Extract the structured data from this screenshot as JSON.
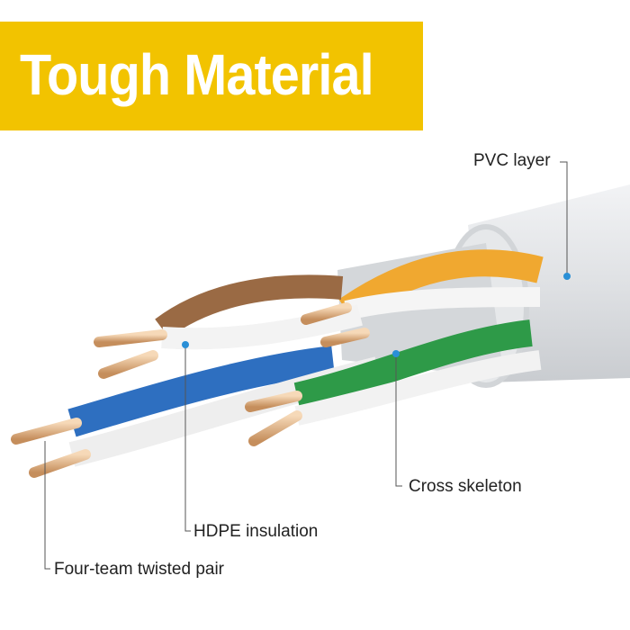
{
  "banner": {
    "title": "Tough Material",
    "color": "#F2C300"
  },
  "labels": {
    "pvc": "PVC layer",
    "cross": "Cross skeleton",
    "hdpe": "HDPE insulation",
    "pair": "Four-team twisted pair"
  },
  "colors": {
    "callout_dot": "#2A8FD6",
    "pair_brown": "#9A6A44",
    "pair_orange": "#F0A830",
    "pair_blue": "#2E6FC0",
    "pair_green": "#2E9A48"
  }
}
